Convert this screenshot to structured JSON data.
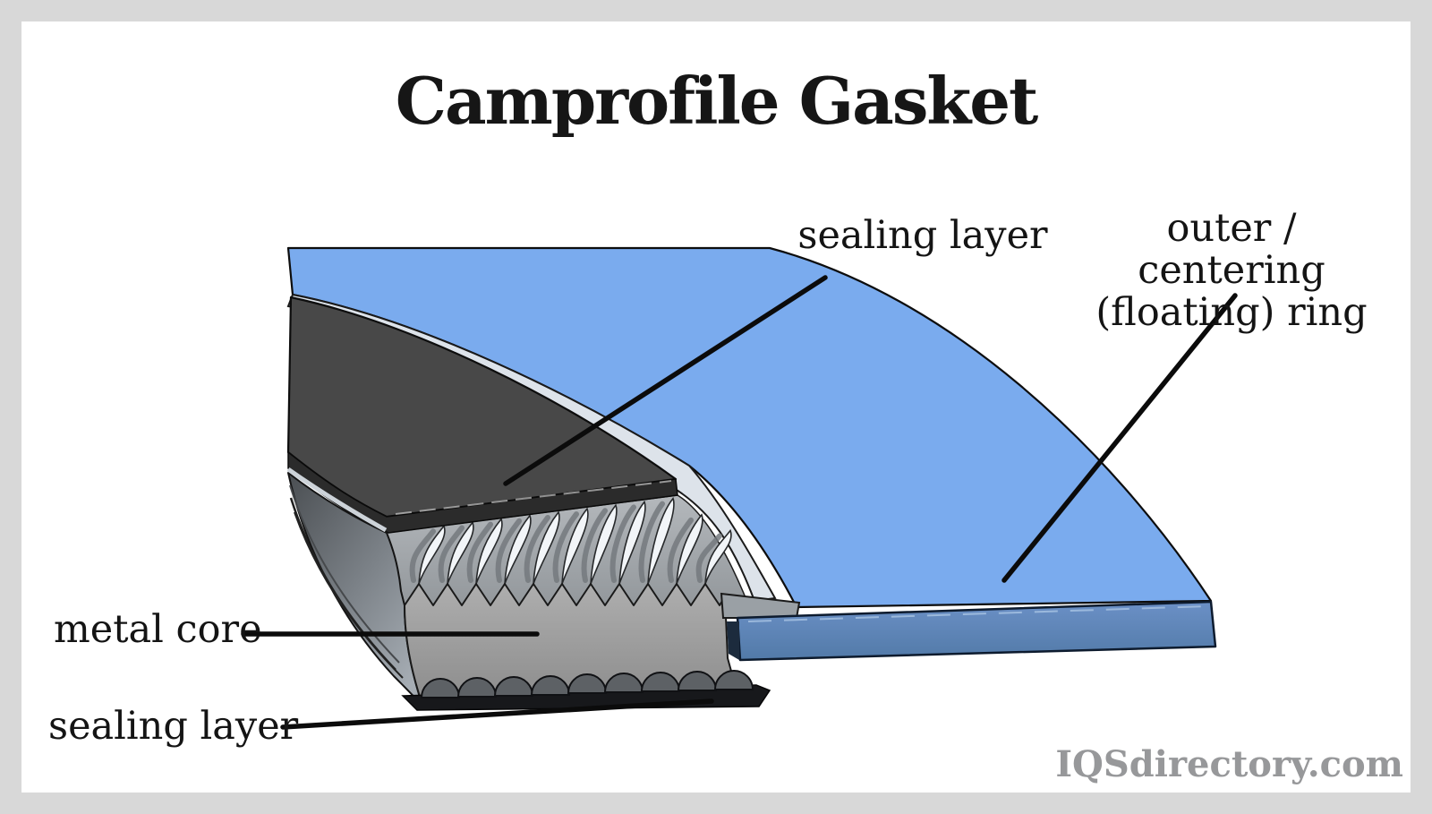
{
  "title": "Camprofile Gasket",
  "watermark": "IQSdirectory.com",
  "labels": {
    "sealing_layer_top": "sealing layer",
    "outer_ring": "outer / centering\n(floating) ring",
    "metal_core": "metal core",
    "sealing_layer_bottom": "sealing layer"
  },
  "colors": {
    "frame": "#d8d8d8",
    "canvas": "#ffffff",
    "ring_top_blue": "#7aabee",
    "ring_edge_blue": "#5e84bb",
    "pale_guide_ring": "#dde3ea",
    "sealing_layer_dark": "#484848",
    "sealing_layer_edge": "#2b2b2b",
    "core_gray": "#9aa0a5",
    "scallop_gray": "#5d6165",
    "bottom_seal_black": "#17181b",
    "label_text": "#141414",
    "watermark_gray": "#97989a"
  }
}
